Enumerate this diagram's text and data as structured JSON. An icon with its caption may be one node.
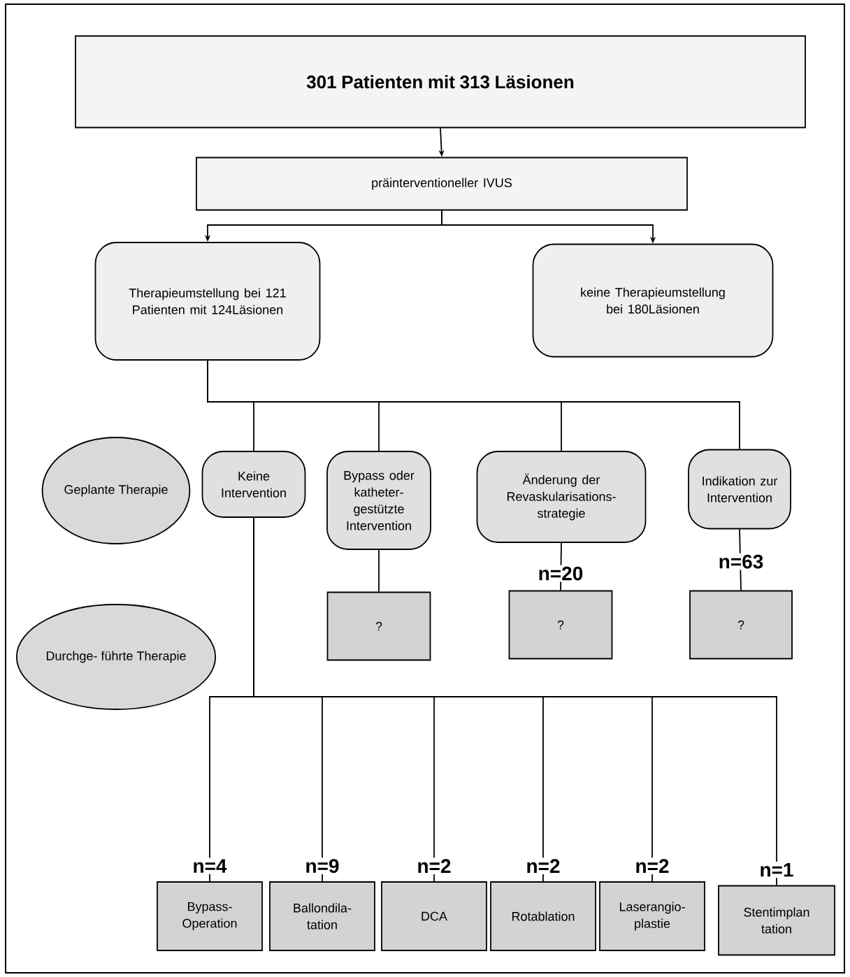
{
  "diagram": {
    "nodes": [
      {
        "text": [
          "301 Patienten mit 313 Läsionen"
        ]
      },
      {
        "text": [
          "präinterventioneller IVUS"
        ]
      },
      {
        "text": [
          "Therapieumstellung bei 121 Patienten mit 124Läsionen"
        ]
      },
      {
        "text": [
          "keine Therapieumstellung bei 180Läsionen"
        ]
      },
      {
        "text": [
          "Geplante Therapie"
        ]
      },
      {
        "text": [
          "Keine Intervention"
        ]
      },
      {
        "text": [
          "Bypass oder katheter- gestützte Intervention"
        ]
      },
      {
        "text": [
          "Änderung der Revaskularisations- strategie"
        ]
      },
      {
        "text": [
          "Indikation zur Intervention"
        ]
      },
      {
        "text": [
          "?"
        ]
      },
      {
        "text": [
          "?"
        ]
      },
      {
        "text": [
          "?"
        ]
      },
      {
        "text": [
          "Durchge- führte Therapie"
        ]
      },
      {
        "text": [
          "Bypass- Operation"
        ]
      },
      {
        "text": [
          "Ballondila- tation"
        ]
      },
      {
        "text": [
          "DCA"
        ]
      },
      {
        "text": [
          "Rotablation"
        ]
      },
      {
        "text": [
          "Laserangio- plastie"
        ]
      },
      {
        "text": [
          "Stentimplan tation"
        ]
      }
    ],
    "edges": [
      {
        "from": 0,
        "to": 1,
        "arrow": "to"
      },
      {
        "from": 1,
        "to": 2,
        "arrow": "to"
      },
      {
        "from": 1,
        "to": 3,
        "arrow": "to"
      },
      {
        "from": 2,
        "to": 5,
        "arrow": "none"
      },
      {
        "from": 2,
        "to": 6,
        "arrow": "none"
      },
      {
        "from": 2,
        "to": 7,
        "arrow": "none"
      },
      {
        "from": 2,
        "to": 8,
        "arrow": "none"
      },
      {
        "from": 6,
        "to": 9,
        "arrow": "none"
      },
      {
        "from": 7,
        "to": 10,
        "arrow": "none",
        "label": "n=20"
      },
      {
        "from": 8,
        "to": 11,
        "arrow": "none",
        "label": "n=63"
      },
      {
        "from": 5,
        "to": 13,
        "arrow": "none",
        "label": "n=4"
      },
      {
        "from": 5,
        "to": 14,
        "arrow": "none",
        "label": "n=9"
      },
      {
        "from": 5,
        "to": 15,
        "arrow": "none",
        "label": "n=2"
      },
      {
        "from": 5,
        "to": 16,
        "arrow": "none",
        "label": "n=2"
      },
      {
        "from": 5,
        "to": 17,
        "arrow": "none",
        "label": "n=2"
      },
      {
        "from": 5,
        "to": 18,
        "arrow": "none",
        "label": "n=1"
      }
    ]
  }
}
